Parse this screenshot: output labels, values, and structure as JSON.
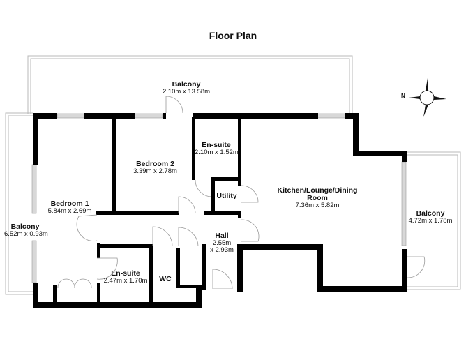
{
  "title": "Floor Plan",
  "compass": {
    "label": "N"
  },
  "rooms": {
    "balcony_top": {
      "name": "Balcony",
      "dims": "2.10m x 13.58m"
    },
    "bedroom2": {
      "name": "Bedroom 2",
      "dims": "3.39m x 2.78m"
    },
    "ensuite1": {
      "name": "En-suite",
      "dims": "2.10m x 1.52m"
    },
    "utility": {
      "name": "Utility"
    },
    "kitchen": {
      "name": "Kitchen/Lounge/Dining",
      "name2": "Room",
      "dims": "7.36m x 5.82m"
    },
    "balcony_right": {
      "name": "Balcony",
      "dims": "4.72m x 1.78m"
    },
    "bedroom1": {
      "name": "Bedroom 1",
      "dims": "5.84m x 2.69m"
    },
    "balcony_left": {
      "name": "Balcony",
      "dims": "6.52m x 0.93m"
    },
    "hall": {
      "name": "Hall",
      "dims": "2.55m",
      "dims2": "x 2.93m"
    },
    "ensuite2": {
      "name": "En-suite",
      "dims": "2.47m x 1.70m"
    },
    "wc": {
      "name": "WC"
    }
  },
  "colors": {
    "wall": "#000000",
    "balcony_line": "#b8b8b8",
    "window": "#d8d8d8",
    "door_arc": "#999999"
  }
}
